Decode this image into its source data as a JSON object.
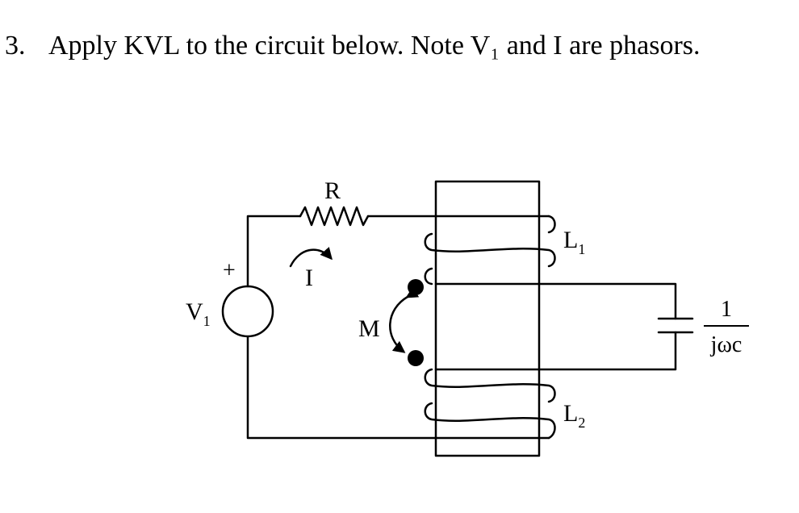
{
  "problem": {
    "number": "3.",
    "text": "Apply KVL to the circuit below.  Note V₁ and I are phasors."
  },
  "circuit": {
    "source_label": "V",
    "source_sub": "1",
    "source_polarity": "+",
    "resistor_label": "R",
    "current_label": "I",
    "mutual_label": "M",
    "inductor1_label": "L",
    "inductor1_sub": "1",
    "inductor2_label": "L",
    "inductor2_sub": "2",
    "capacitor_num": "1",
    "capacitor_den": "jωc"
  }
}
